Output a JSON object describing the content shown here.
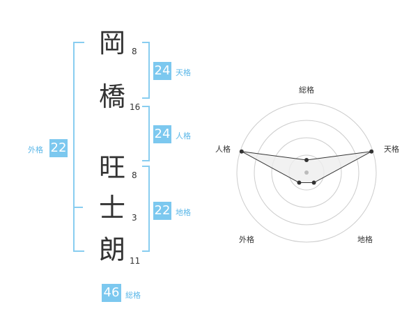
{
  "name": {
    "chars": [
      "岡",
      "橋",
      "旺",
      "士",
      "朗"
    ],
    "strokes": [
      "8",
      "16",
      "8",
      "3",
      "11"
    ]
  },
  "kaku": {
    "ten": {
      "label": "天格",
      "value": "24"
    },
    "jin": {
      "label": "人格",
      "value": "24"
    },
    "chi": {
      "label": "地格",
      "value": "22"
    },
    "gai": {
      "label": "外格",
      "value": "22"
    },
    "sou": {
      "label": "総格",
      "value": "46"
    }
  },
  "chart_data": {
    "type": "radar",
    "axes": [
      "総格",
      "天格",
      "地格",
      "外格",
      "人格"
    ],
    "values": [
      1,
      5,
      1,
      1,
      5
    ],
    "max": 5,
    "rings": 4,
    "colors": {
      "fill": "#eeeeee",
      "line": "#333333",
      "grid": "#cccccc",
      "center": "#bbbbbb"
    }
  }
}
